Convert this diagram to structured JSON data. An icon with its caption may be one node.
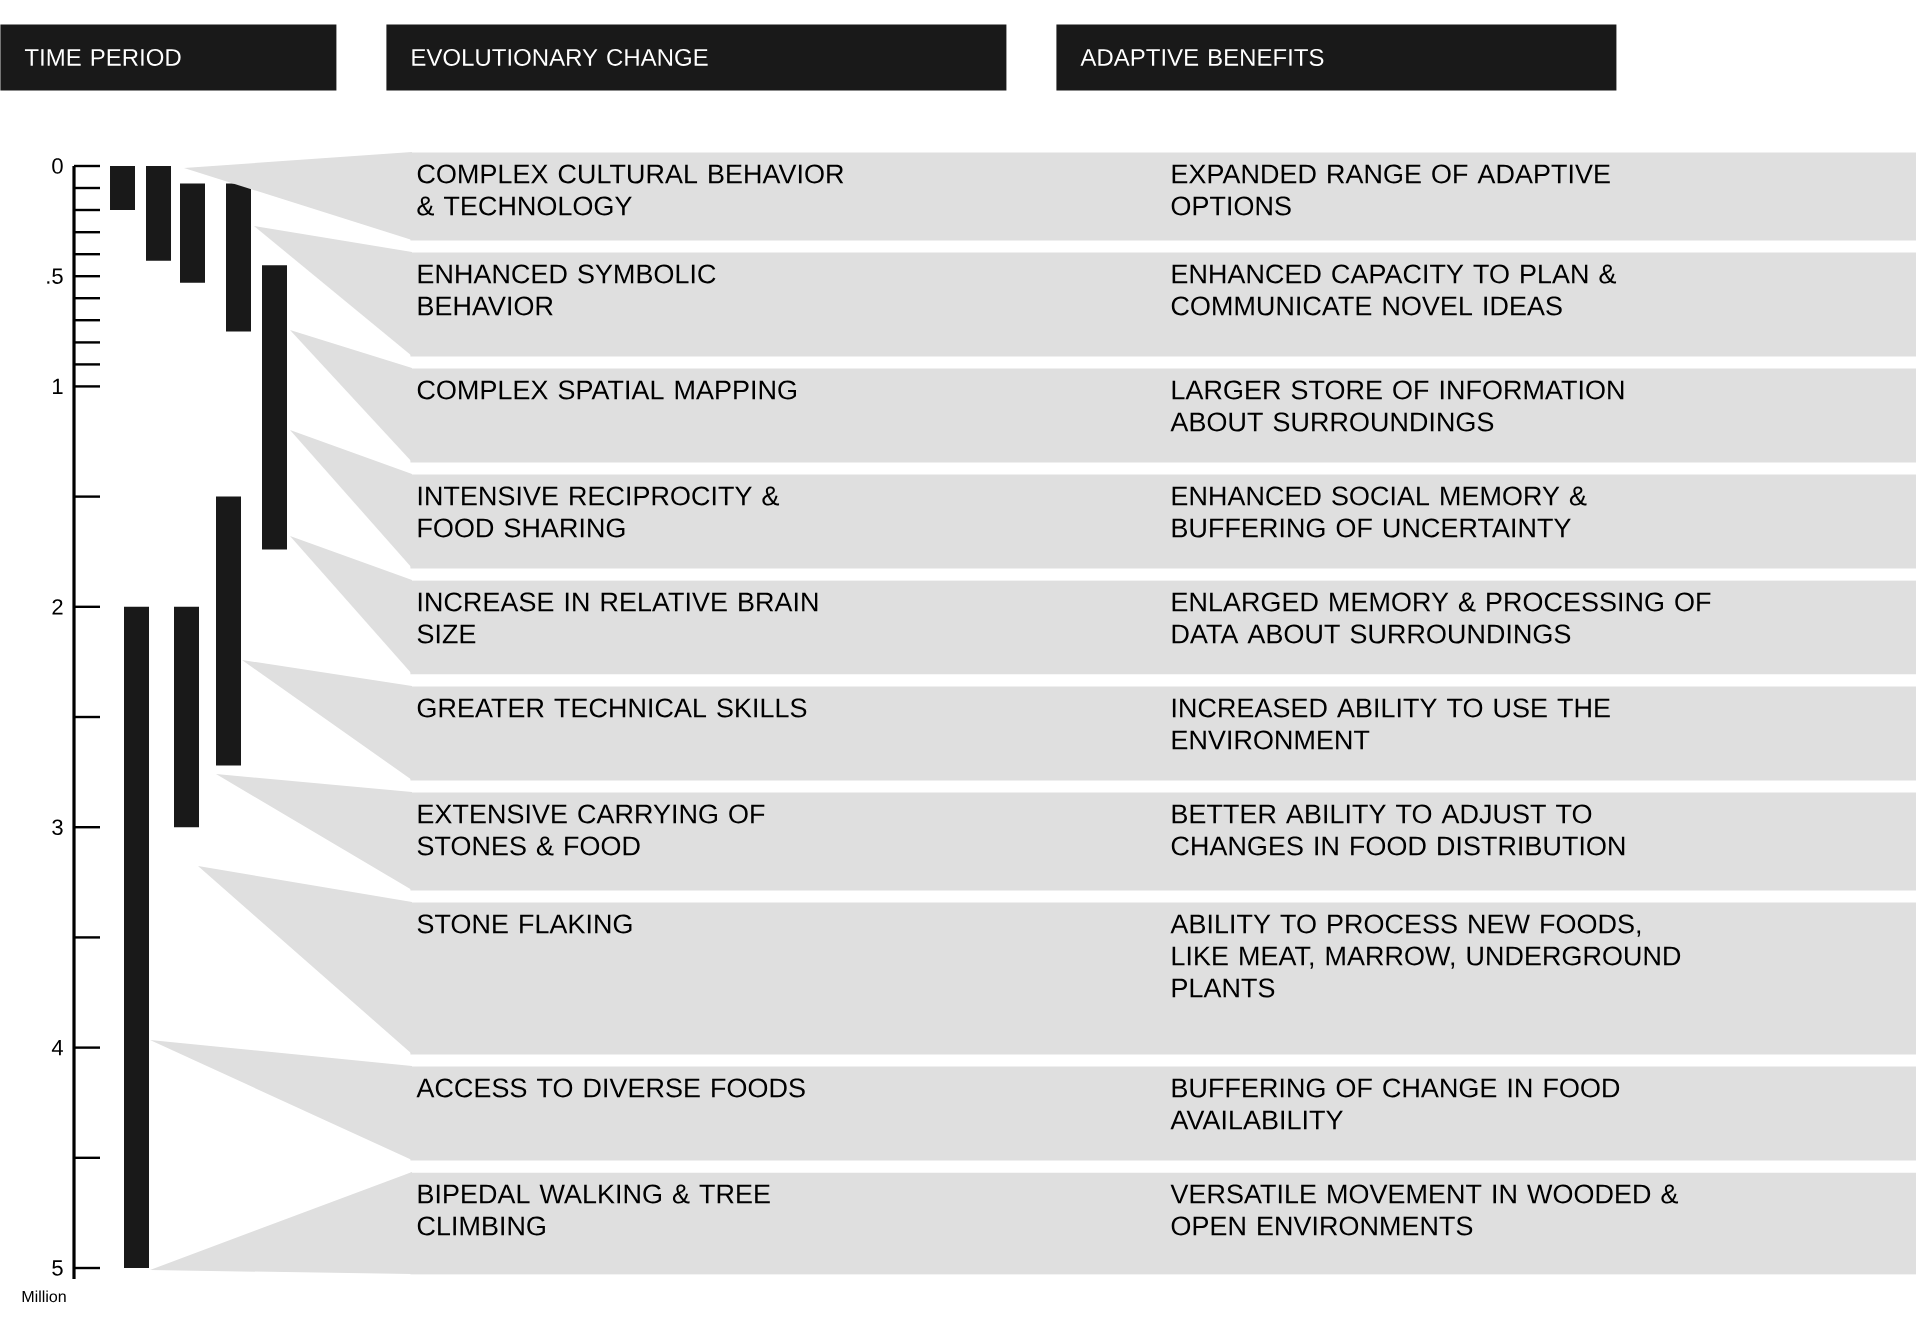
{
  "diagram": {
    "nodes": [
      {
        "text": [
          "TIME PERIOD"
        ]
      },
      {
        "text": [
          "EVOLUTIONARY CHANGE"
        ]
      },
      {
        "text": [
          "ADAPTIVE BENEFITS"
        ]
      },
      {
        "text": [
          "COMPLEX CULTURAL BEHAVIOR & TECHNOLOGY",
          "EXPANDED RANGE OF ADAPTIVE OPTIONS"
        ]
      },
      {
        "text": [
          "ENHANCED SYMBOLIC BEHAVIOR",
          "ENHANCED CAPACITY TO PLAN & COMMUNICATE NOVEL IDEAS"
        ]
      },
      {
        "text": [
          "COMPLEX SPATIAL MAPPING",
          "LARGER STORE OF INFORMATION ABOUT SURROUNDINGS"
        ]
      },
      {
        "text": [
          "INTENSIVE RECIPROCITY & FOOD SHARING",
          "ENHANCED SOCIAL MEMORY & BUFFERING OF UNCERTAINTY"
        ]
      },
      {
        "text": [
          "INCREASE IN RELATIVE BRAIN SIZE",
          "ENLARGED MEMORY & PROCESSING OF DATA ABOUT SURROUNDINGS"
        ]
      },
      {
        "text": [
          "GREATER TECHNICAL SKILLS",
          "INCREASED ABILITY TO USE THE ENVIRONMENT"
        ]
      },
      {
        "text": [
          "EXTENSIVE CARRYING OF STONES & FOOD",
          "BETTER ABILITY TO ADJUST TO CHANGES IN FOOD DISTRIBUTION"
        ]
      },
      {
        "text": [
          "STONE FLAKING",
          "ABILITY TO PROCESS NEW FOODS, LIKE MEAT, MARROW, UNDERGROUND PLANTS"
        ]
      },
      {
        "text": [
          "ACCESS TO DIVERSE FOODS",
          "BUFFERING OF CHANGE IN FOOD AVAILABILITY"
        ]
      },
      {
        "text": [
          "BIPEDAL WALKING & TREE CLIMBING",
          "VERSATILE MOVEMENT IN WOODED & OPEN ENVIRONMENTS"
        ]
      }
    ],
    "labels": [
      "0",
      ".5",
      "1",
      "2",
      "3",
      "4",
      "5",
      "Million"
    ]
  }
}
